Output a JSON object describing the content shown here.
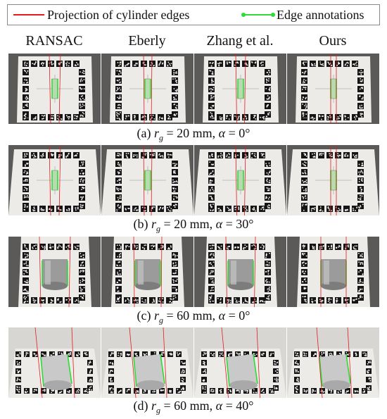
{
  "legend": {
    "red_label": "Projection of cylinder edges",
    "green_label": "Edge annotations",
    "red_color": "#e41a1c",
    "green_color": "#2bdc3a"
  },
  "columns": [
    "RANSAC",
    "Eberly",
    "Zhang et al.",
    "Ours"
  ],
  "rows": [
    {
      "caption_prefix": "(a) ",
      "r_var": "r",
      "r_sub": "g",
      "r_value": " = 20 mm, ",
      "alpha_var": "α",
      "alpha_value": " = 0°"
    },
    {
      "caption_prefix": "(b) ",
      "r_var": "r",
      "r_sub": "g",
      "r_value": " = 20 mm, ",
      "alpha_var": "α",
      "alpha_value": " = 30°"
    },
    {
      "caption_prefix": "(c) ",
      "r_var": "r",
      "r_sub": "g",
      "r_value": " = 60 mm, ",
      "alpha_var": "α",
      "alpha_value": " = 0°"
    },
    {
      "caption_prefix": "(d) ",
      "r_var": "r",
      "r_sub": "g",
      "r_value": " = 60 mm, ",
      "alpha_var": "α",
      "alpha_value": " = 40°"
    }
  ]
}
